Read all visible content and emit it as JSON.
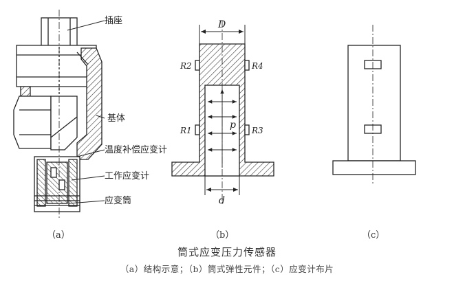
{
  "figure": {
    "panel_a": {
      "label": "（a）",
      "callouts": [
        "插座",
        "基体",
        "温度补偿应变计",
        "工作应变计",
        "应变筒"
      ]
    },
    "panel_b": {
      "label": "（b）",
      "dim_outer": "D",
      "dim_inner": "d",
      "pressure": "p",
      "gauges": [
        "R2",
        "R4",
        "R1",
        "R3"
      ]
    },
    "panel_c": {
      "label": "（c）"
    }
  },
  "caption": {
    "title": "筒式应变压力传感器",
    "subtitle": "（a）结构示意；（b）筒式弹性元件；（c）应变计布片"
  }
}
